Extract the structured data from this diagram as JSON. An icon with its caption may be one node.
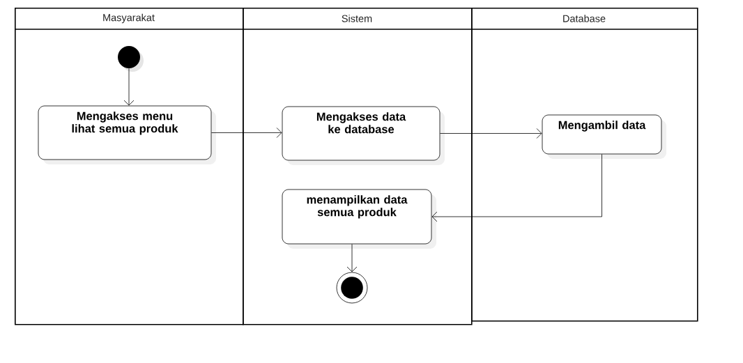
{
  "diagram": {
    "nodes": [
      {
        "text": [
          "Masyarakat"
        ]
      },
      {
        "text": [
          "Sistem"
        ]
      },
      {
        "text": [
          "Database"
        ]
      },
      {
        "text": [],
        "shape": "circle",
        "in": 0
      },
      {
        "text": [
          "Mengakses menu lihat semua produk"
        ],
        "in": 0
      },
      {
        "text": [
          "Mengakses data ke database"
        ],
        "in": 1
      },
      {
        "text": [
          "Mengambil data"
        ],
        "in": 2
      },
      {
        "text": [
          "menampilkan data semua produk"
        ],
        "in": 1
      },
      {
        "text": [],
        "shape": "bullseye",
        "in": 1
      }
    ],
    "edges": [
      {
        "from": 3,
        "to": 4,
        "arrow": "to"
      },
      {
        "from": 4,
        "to": 5,
        "arrow": "to"
      },
      {
        "from": 5,
        "to": 6,
        "arrow": "to"
      },
      {
        "from": 6,
        "to": 7,
        "arrow": "to"
      },
      {
        "from": 7,
        "to": 8,
        "arrow": "to"
      }
    ]
  }
}
